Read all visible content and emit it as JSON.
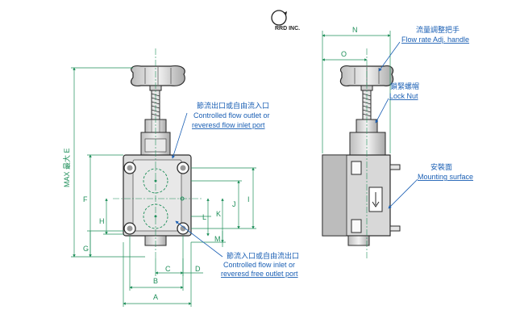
{
  "logo": {
    "text": "RRD INC."
  },
  "dimensions": {
    "A": "A",
    "B": "B",
    "C": "C",
    "D": "D",
    "F": "F",
    "G": "G",
    "H": "H",
    "I": "I",
    "J": "J",
    "K": "K",
    "L": "L",
    "M": "M",
    "N": "N",
    "O": "O",
    "E": "MAX 最大 E"
  },
  "callouts": {
    "flow_adj_cn": "流量調整把手",
    "flow_adj_en": "Flow rate Adj. handle",
    "lock_nut_cn": "鎖緊螺帽",
    "lock_nut_en": "Lock Nut",
    "mount_cn": "安裝面",
    "mount_en": "Mounting surface",
    "outlet_cn": "節流出口或自由流入口",
    "outlet_en1": "Controlled flow outlet or",
    "outlet_en2": "reveresd flow inlet port",
    "inlet_cn": "節流入口或自由流出口",
    "inlet_en1": "Controlled flow inlet or",
    "inlet_en2": "reveresd free outlet port"
  },
  "colors": {
    "dimension": "#1f8f5a",
    "callout": "#1a5fb4",
    "body": "#d8d8d8",
    "outline": "#2a2a2a"
  }
}
